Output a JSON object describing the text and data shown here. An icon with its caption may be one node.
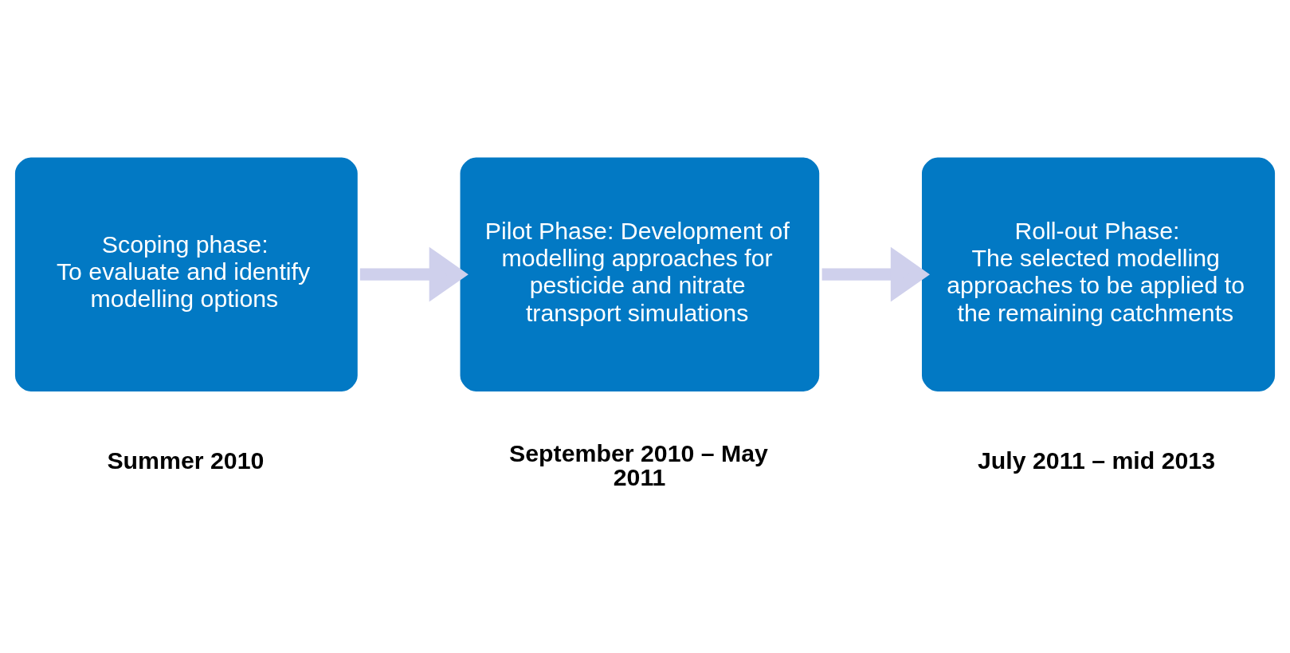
{
  "diagram": {
    "nodes": [
      {
        "text": [
          "Scoping phase:",
          "To evaluate and identify modelling options"
        ],
        "beside": [
          "Summer 2010"
        ]
      },
      {
        "text": [
          "Pilot Phase: Development of modelling approaches for pesticide and nitrate transport simulations"
        ],
        "beside": [
          "September 2010 – May 2011"
        ]
      },
      {
        "text": [
          "Roll-out Phase:",
          "The selected modelling approaches to be applied to the remaining catchments"
        ],
        "beside": [
          "July 2011 – mid 2013"
        ]
      }
    ],
    "edges": [
      {
        "from": 0,
        "to": 1,
        "arrow": "to",
        "color": "#cfd0ec"
      },
      {
        "from": 1,
        "to": 2,
        "arrow": "to",
        "color": "#cfd0ec"
      }
    ]
  }
}
